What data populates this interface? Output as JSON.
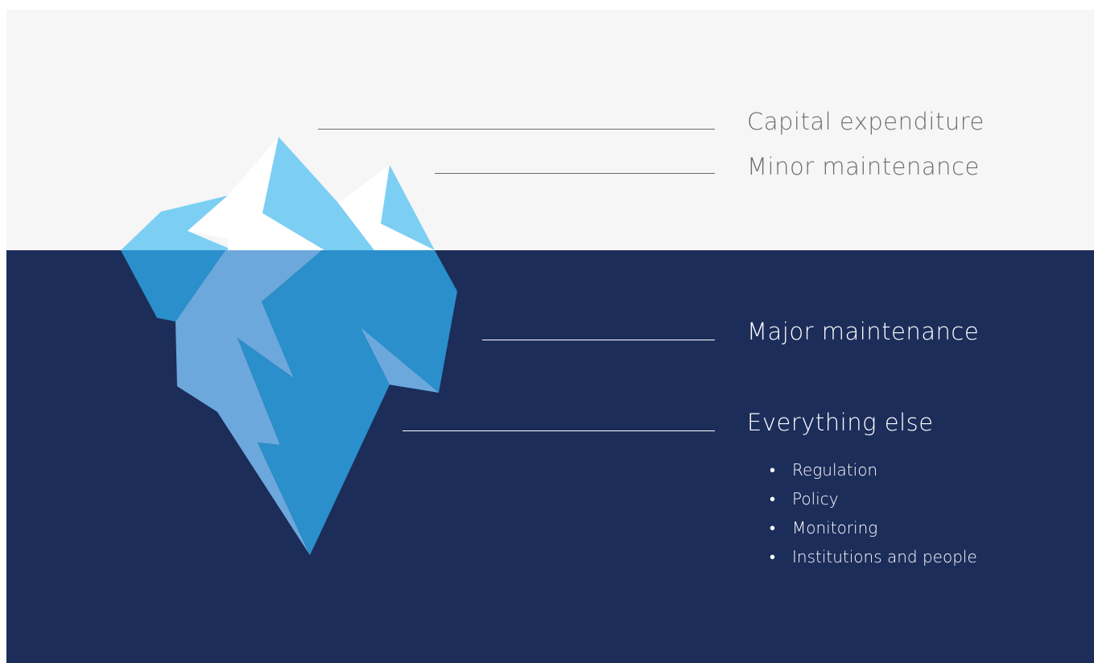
{
  "labels": {
    "capital_expenditure": "Capital expenditure",
    "minor_maintenance": "Minor maintenance",
    "major_maintenance": "Major maintenance",
    "everything_else": "Everything else"
  },
  "everything_else_items": [
    "Regulation",
    "Policy",
    "Monitoring",
    "Institutions and people"
  ],
  "colors": {
    "sky": "#f6f6f6",
    "sea": "#1c2d5a",
    "ice_light": "#7ccff3",
    "ice_white": "#ffffff",
    "ice_mid": "#2a8fcb",
    "ice_pale": "#6ca8dc",
    "text_above": "#6d6d6d",
    "text_below": "#ffffff"
  }
}
